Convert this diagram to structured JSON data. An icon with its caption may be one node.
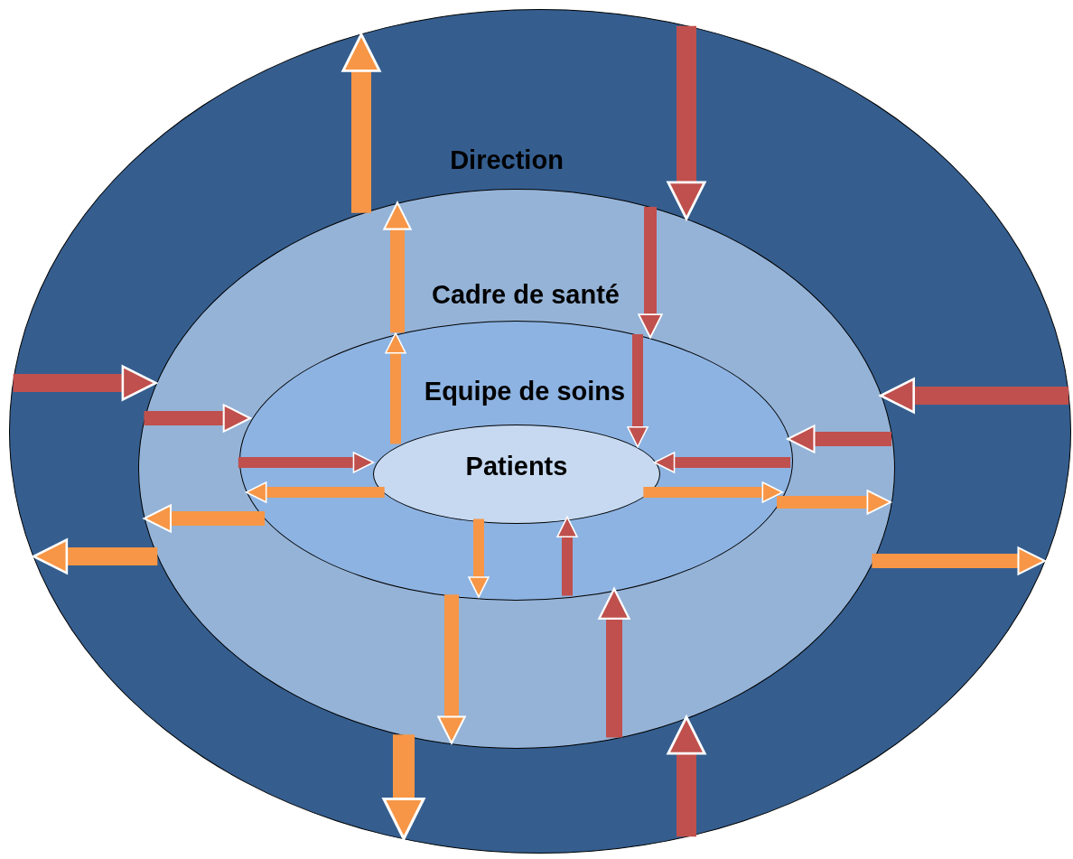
{
  "diagram": {
    "nodes": [
      {
        "text": [
          "Direction"
        ]
      },
      {
        "text": [
          "Cadre de santé"
        ],
        "in": 0
      },
      {
        "text": [
          "Equipe de soins"
        ],
        "in": 1
      },
      {
        "text": [
          "Patients"
        ],
        "in": 2
      }
    ],
    "edges": [
      {
        "from": 3,
        "to": 2,
        "arrow": "to",
        "color": "#f79646"
      },
      {
        "from": 2,
        "to": 3,
        "arrow": "to",
        "color": "#c0504d"
      },
      {
        "from": 2,
        "to": 3,
        "arrow": "to",
        "color": "#c0504d"
      },
      {
        "from": 3,
        "to": 2,
        "arrow": "to",
        "color": "#f79646"
      },
      {
        "from": 2,
        "to": 3,
        "arrow": "to",
        "color": "#c0504d"
      },
      {
        "from": 3,
        "to": 2,
        "arrow": "to",
        "color": "#f79646"
      },
      {
        "from": 3,
        "to": 2,
        "arrow": "to",
        "color": "#f79646"
      },
      {
        "from": 2,
        "to": 3,
        "arrow": "to",
        "color": "#c0504d"
      },
      {
        "from": 2,
        "to": 1,
        "arrow": "to",
        "color": "#f79646"
      },
      {
        "from": 1,
        "to": 2,
        "arrow": "to",
        "color": "#c0504d"
      },
      {
        "from": 1,
        "to": 2,
        "arrow": "to",
        "color": "#c0504d"
      },
      {
        "from": 2,
        "to": 1,
        "arrow": "to",
        "color": "#f79646"
      },
      {
        "from": 1,
        "to": 2,
        "arrow": "to",
        "color": "#c0504d"
      },
      {
        "from": 2,
        "to": 1,
        "arrow": "to",
        "color": "#f79646"
      },
      {
        "from": 2,
        "to": 1,
        "arrow": "to",
        "color": "#f79646"
      },
      {
        "from": 1,
        "to": 2,
        "arrow": "to",
        "color": "#c0504d"
      },
      {
        "from": 1,
        "to": 0,
        "arrow": "to",
        "color": "#f79646"
      },
      {
        "from": 0,
        "to": 1,
        "arrow": "to",
        "color": "#c0504d"
      },
      {
        "from": 0,
        "to": 1,
        "arrow": "to",
        "color": "#c0504d"
      },
      {
        "from": 1,
        "to": 0,
        "arrow": "to",
        "color": "#f79646"
      },
      {
        "from": 0,
        "to": 1,
        "arrow": "to",
        "color": "#c0504d"
      },
      {
        "from": 1,
        "to": 0,
        "arrow": "to",
        "color": "#f79646"
      },
      {
        "from": 1,
        "to": 0,
        "arrow": "to",
        "color": "#f79646"
      },
      {
        "from": 0,
        "to": 1,
        "arrow": "to",
        "color": "#c0504d"
      }
    ]
  }
}
